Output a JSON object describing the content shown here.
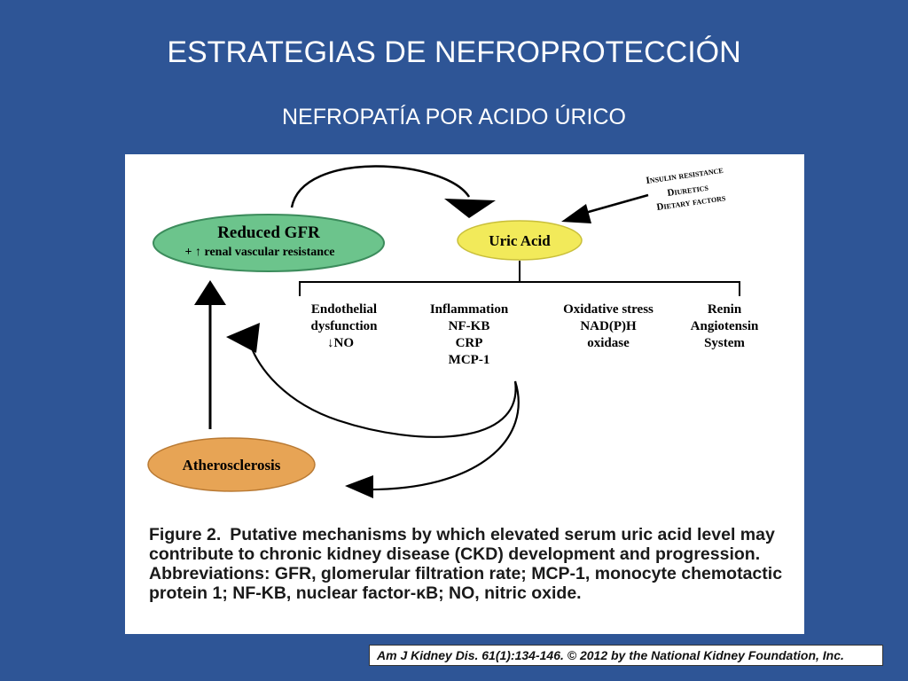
{
  "slide": {
    "title": "ESTRATEGIAS DE NEFROPROTECCIÓN",
    "subtitle": "NEFROPATÍA POR  ACIDO ÚRICO"
  },
  "diagram": {
    "nodes": {
      "reduced_gfr": {
        "title": "Reduced GFR",
        "subtitle": "+ ↑ renal vascular resistance",
        "color": "#6cc48c"
      },
      "uric_acid": {
        "title": "Uric Acid",
        "color": "#f2ea5a"
      },
      "atherosclerosis": {
        "title": "Atherosclerosis",
        "color": "#e7a455"
      }
    },
    "factors": [
      "Insulin resistance",
      "Diuretics",
      "Dietary factors"
    ],
    "mechanisms": [
      {
        "title": "Endothelial",
        "lines": [
          "dysfunction",
          "↓NO"
        ]
      },
      {
        "title": "Inflammation",
        "lines": [
          "NF-KB",
          "CRP",
          "MCP-1"
        ]
      },
      {
        "title": "Oxidative stress",
        "lines": [
          "NAD(P)H",
          "oxidase"
        ]
      },
      {
        "title": "Renin",
        "lines": [
          "Angiotensin",
          "System"
        ]
      }
    ]
  },
  "caption": {
    "label": "Figure 2.",
    "text": "Putative mechanisms by which elevated serum uric acid level may contribute to chronic kidney disease (CKD) development and progression. Abbreviations: GFR, glomerular filtration rate; MCP-1, monocyte chemotactic protein 1; NF-KB, nuclear factor-κB; NO, nitric oxide."
  },
  "citation": "Am J Kidney Dis. 61(1):134-146. © 2012 by the National Kidney Foundation, Inc."
}
